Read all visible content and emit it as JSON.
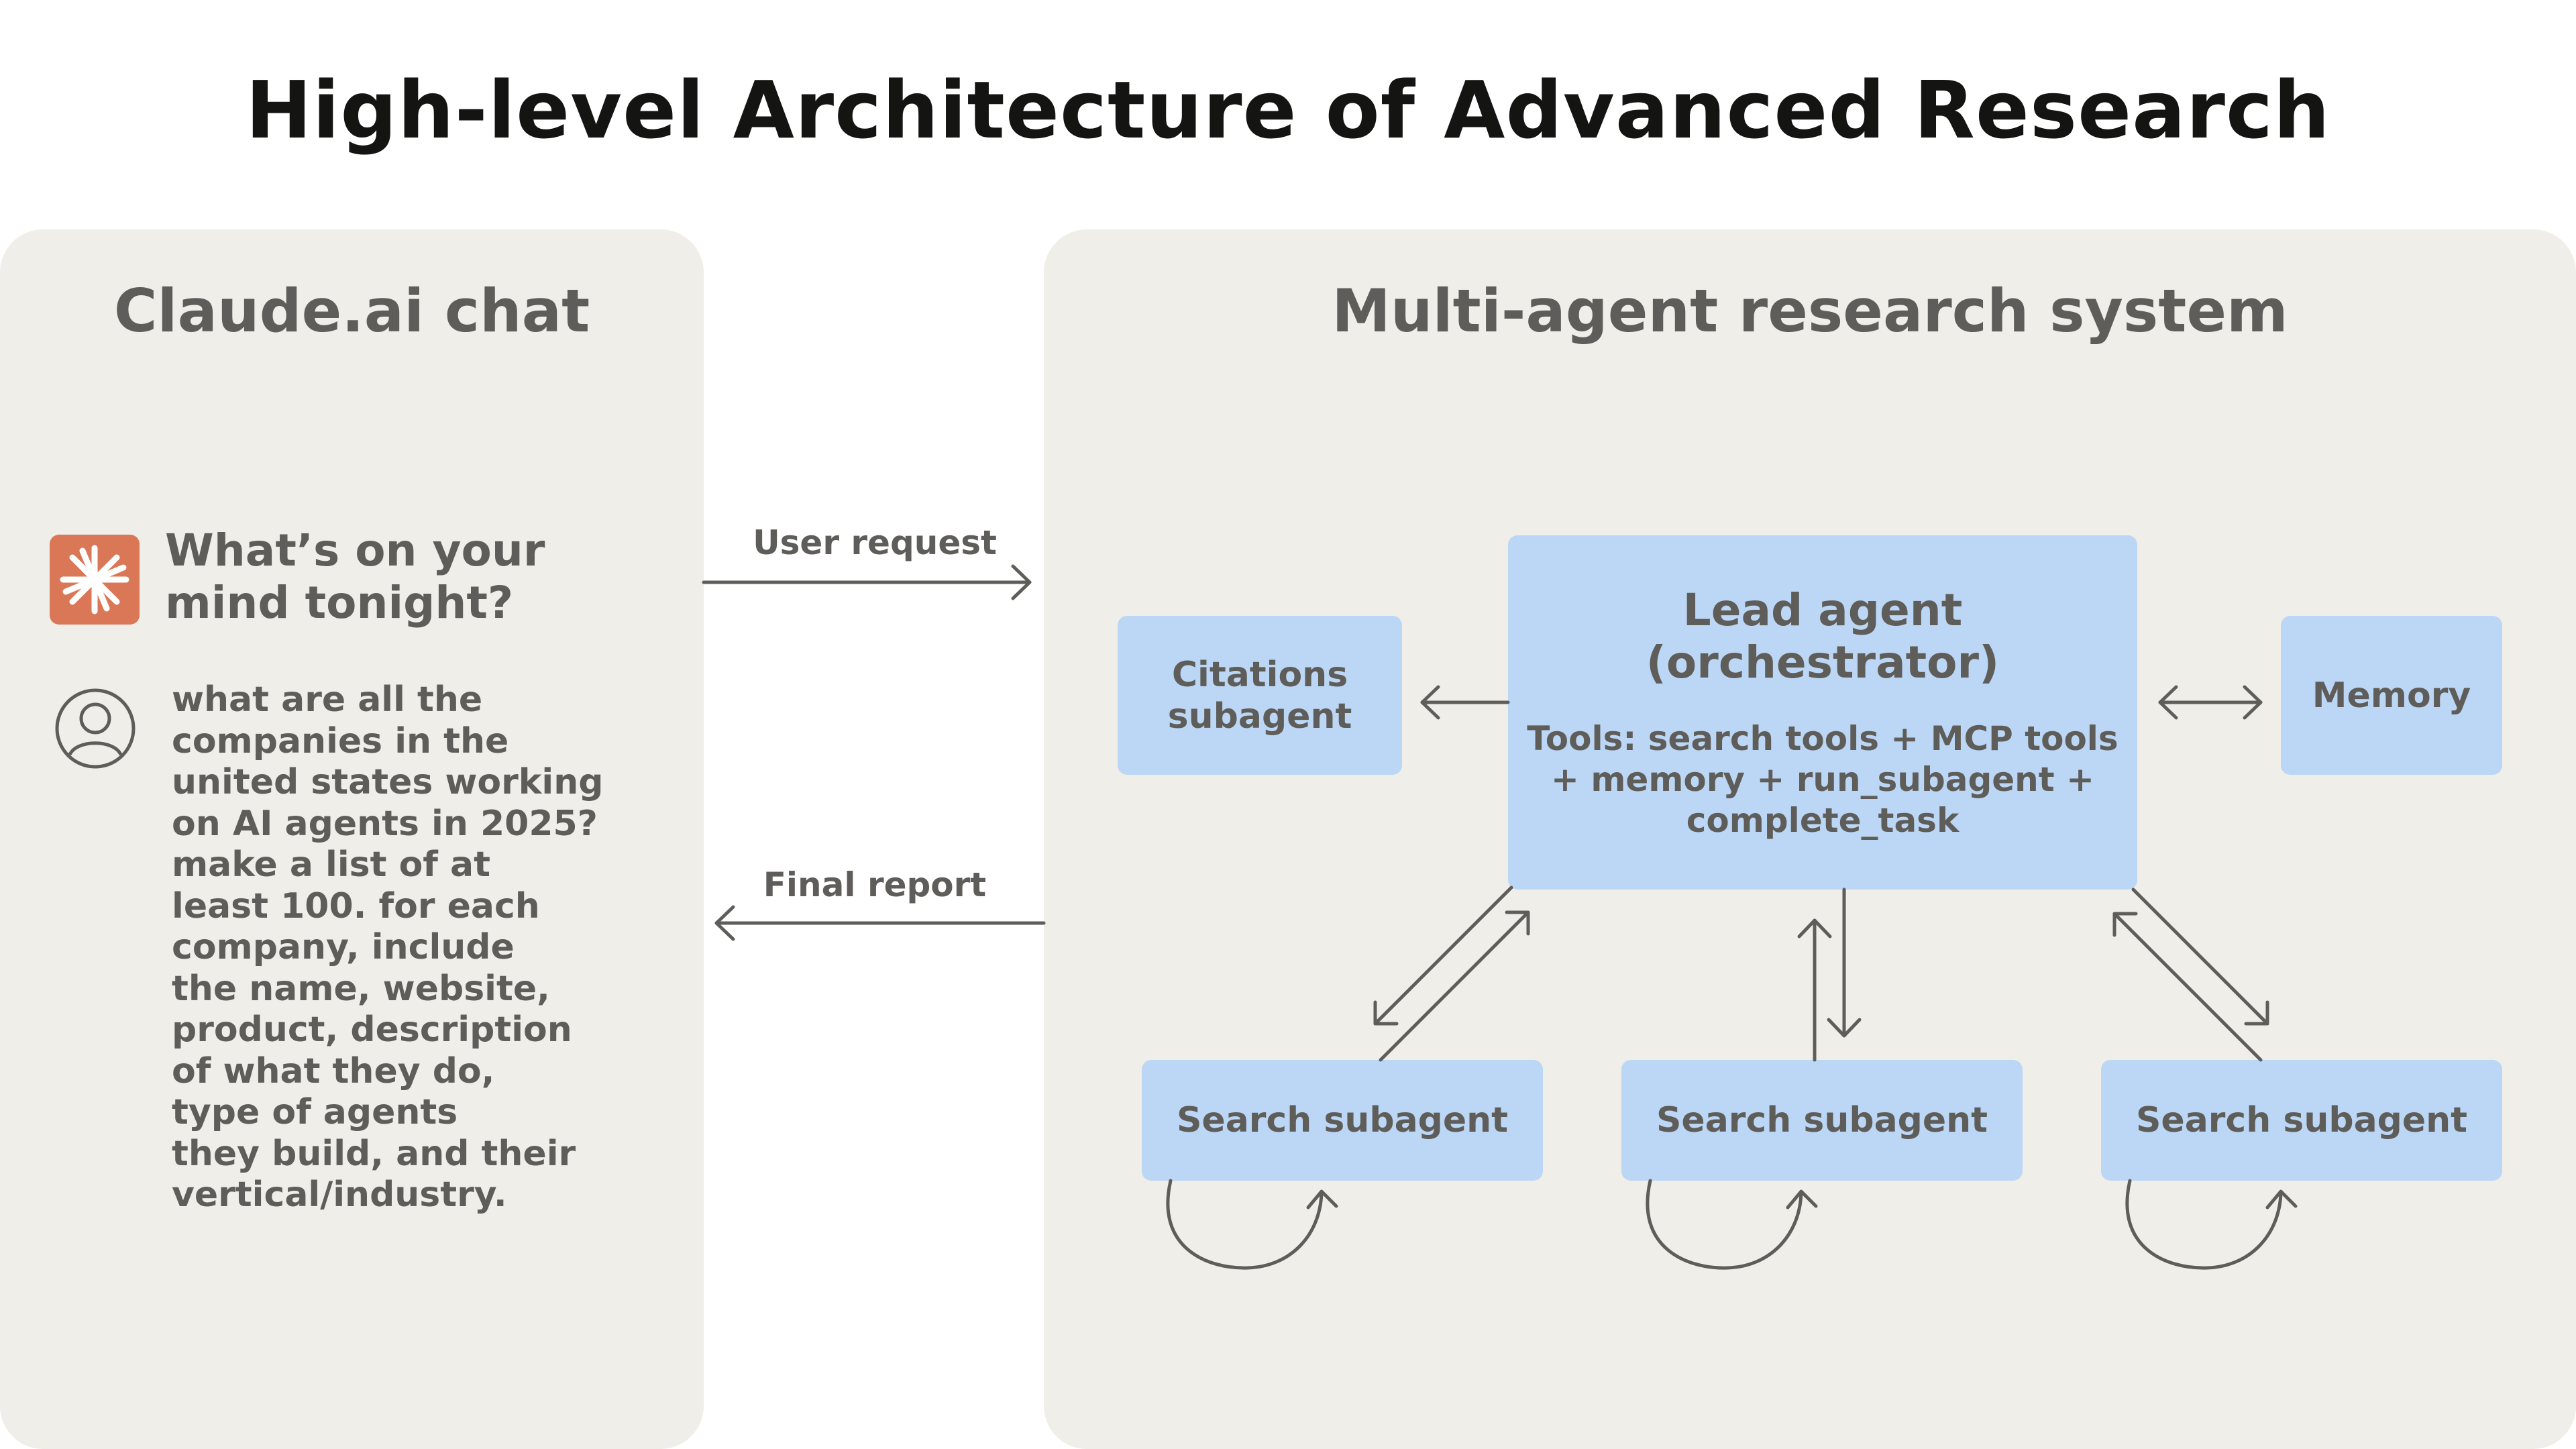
{
  "title": "High-level Architecture of Advanced Research",
  "chat_panel": {
    "title": "Claude.ai chat",
    "logo_icon": "claude-starburst-icon",
    "logo_color": "#d97757",
    "prompt": "What’s on your\nmind tonight?",
    "user_icon": "user-avatar-icon",
    "user_message": "what are all the\ncompanies in the\nunited states working\non AI agents in 2025?\nmake a list of at\nleast 100. for each\ncompany, include\nthe name, website,\nproduct, description\nof what they do,\ntype of agents\nthey build, and their\nvertical/industry."
  },
  "arrows": {
    "user_request": "User request",
    "final_report": "Final report"
  },
  "system_panel": {
    "title": "Multi-agent research system",
    "lead_agent": {
      "title": "Lead agent\n(orchestrator)",
      "tools": "Tools: search tools + MCP tools\n+ memory + run_subagent +\ncomplete_task"
    },
    "citations_subagent": "Citations\nsubagent",
    "memory": "Memory",
    "search_subagents": [
      "Search subagent",
      "Search subagent",
      "Search subagent"
    ]
  },
  "colors": {
    "panel_bg": "#f0eee8",
    "box_bg": "#bcd7f5",
    "text": "#5e5d59",
    "title_text": "#141413"
  }
}
